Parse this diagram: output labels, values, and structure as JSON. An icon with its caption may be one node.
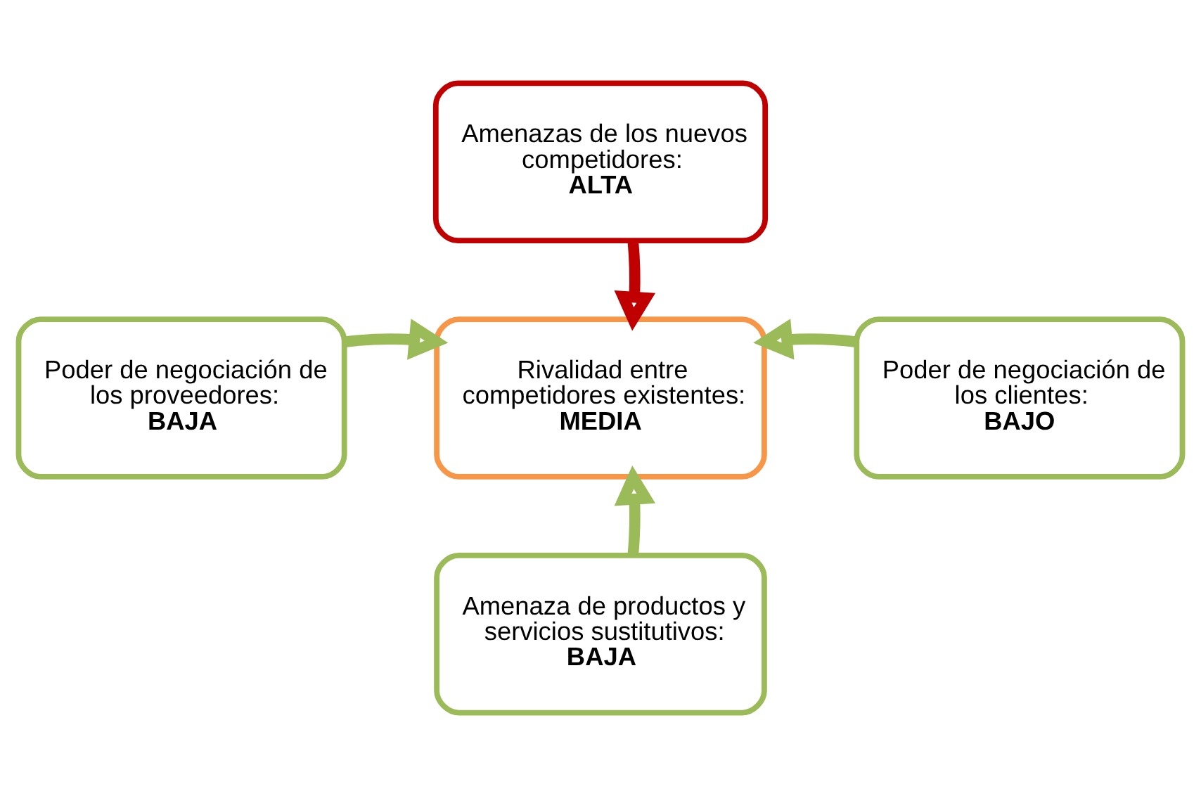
{
  "diagram": {
    "nodes": [
      {
        "text": [
          "Amenazas de los nuevos competidores: **ALTA**"
        ]
      },
      {
        "text": [
          "Poder de negociación de los proveedores: **BAJA**"
        ]
      },
      {
        "text": [
          "Rivalidad entre competidores existentes: **MEDIA**"
        ]
      },
      {
        "text": [
          "Poder de negociación de los clientes: **BAJO**"
        ]
      },
      {
        "text": [
          "Amenaza de productos y servicios sustitutivos: **BAJA**"
        ]
      }
    ],
    "edges": [
      {
        "from": 0,
        "to": 2,
        "arrow": "to",
        "color": "#c00000"
      },
      {
        "from": 1,
        "to": 2,
        "arrow": "to"
      },
      {
        "from": 3,
        "to": 2,
        "arrow": "to"
      },
      {
        "from": 4,
        "to": 2,
        "arrow": "to"
      }
    ]
  }
}
